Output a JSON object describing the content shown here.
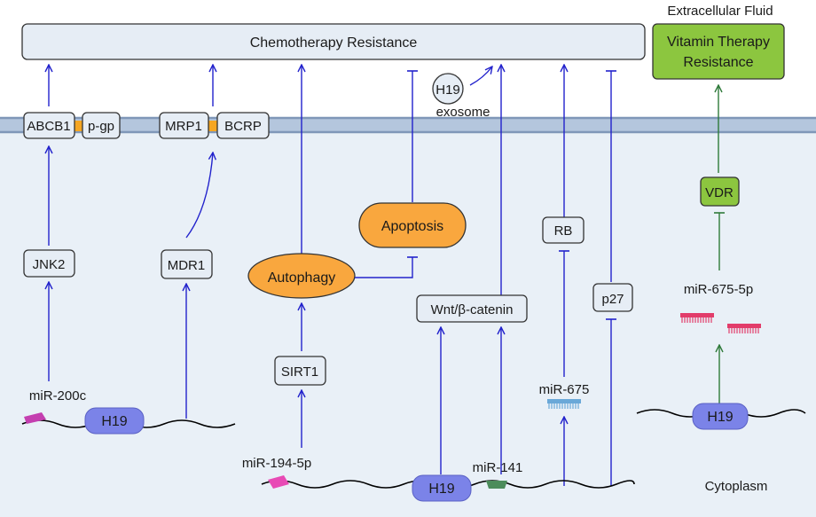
{
  "labels": {
    "extracellular": "Extracellular Fluid",
    "cytoplasm": "Cytoplasm",
    "chemo_resistance": "Chemotherapy Resistance",
    "vitamin_resistance_line1": "Vitamin Therapy",
    "vitamin_resistance_line2": "Resistance",
    "abcb1": "ABCB1",
    "pgp": "p-gp",
    "mrp1": "MRP1",
    "bcrp": "BCRP",
    "h19_exo": "H19",
    "exosome": "exosome",
    "jnk2": "JNK2",
    "mdr1": "MDR1",
    "autophagy": "Autophagy",
    "apoptosis": "Apoptosis",
    "sirt1": "SIRT1",
    "wnt": "Wnt/β-catenin",
    "rb": "RB",
    "p27": "p27",
    "vdr": "VDR",
    "mir200c": "miR-200c",
    "mir194": "miR-194-5p",
    "mir141": "miR-141",
    "mir675": "miR-675",
    "mir675_5p": "miR-675-5p",
    "h19_left": "H19",
    "h19_center": "H19",
    "h19_right": "H19"
  },
  "colors": {
    "inhibition_blue": "#2222cc",
    "activation_green": "#2f7a3a",
    "transporter_link": "#f5a623",
    "h19_gene": "#7b83e8",
    "process_oval": "#f9a73e",
    "green_box": "#8cc63f",
    "cytoplasm_bg": "#e9f0f7",
    "membrane": "#8fa8c8"
  },
  "icons": [
    "mirna-hairpin-icon",
    "arrow-activation",
    "bar-inhibition"
  ]
}
